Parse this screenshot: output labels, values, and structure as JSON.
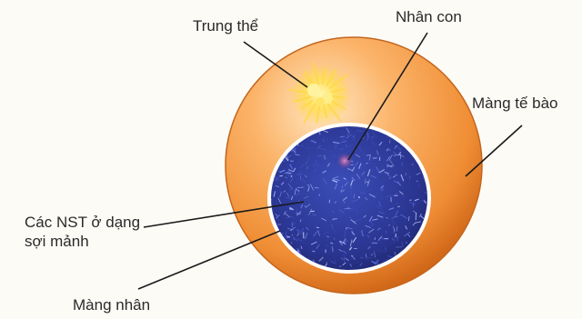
{
  "labels": {
    "centrosome": "Trung thể",
    "nucleolus": "Nhân con",
    "cell_membrane": "Màng tế bào",
    "chromosomes_line1": "Các NST ở dạng",
    "chromosomes_line2": "sợi mảnh",
    "nuclear_membrane": "Màng nhân"
  },
  "colors": {
    "background": "#fdfbf6",
    "cytoplasm_light": "#ffd49a",
    "cytoplasm_mid": "#f6a04c",
    "cytoplasm_dark": "#c85d12",
    "nucleus": "#2f3d9a",
    "nucleus_dark": "#1d2568",
    "nuclear_membrane": "#ffffff",
    "centrosome": "#ffe36a",
    "nucleolus": "#c06aa0",
    "leader_line": "#1a1a1a"
  }
}
